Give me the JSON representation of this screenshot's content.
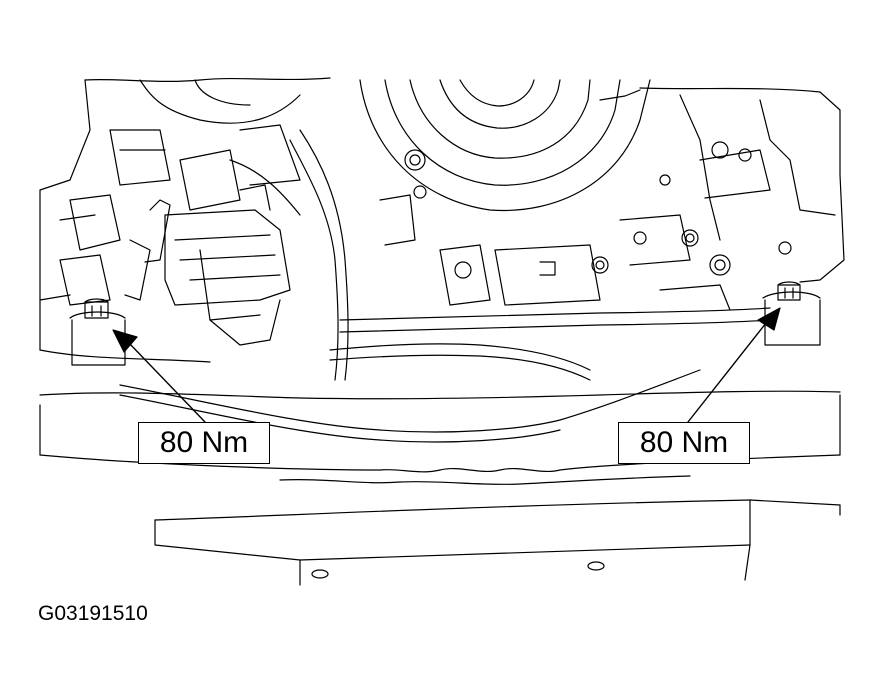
{
  "callouts": {
    "left": {
      "torque": "80 Nm"
    },
    "right": {
      "torque": "80 Nm"
    }
  },
  "figure_id": "G03191510",
  "colors": {
    "line": "#000000",
    "background": "#ffffff"
  }
}
